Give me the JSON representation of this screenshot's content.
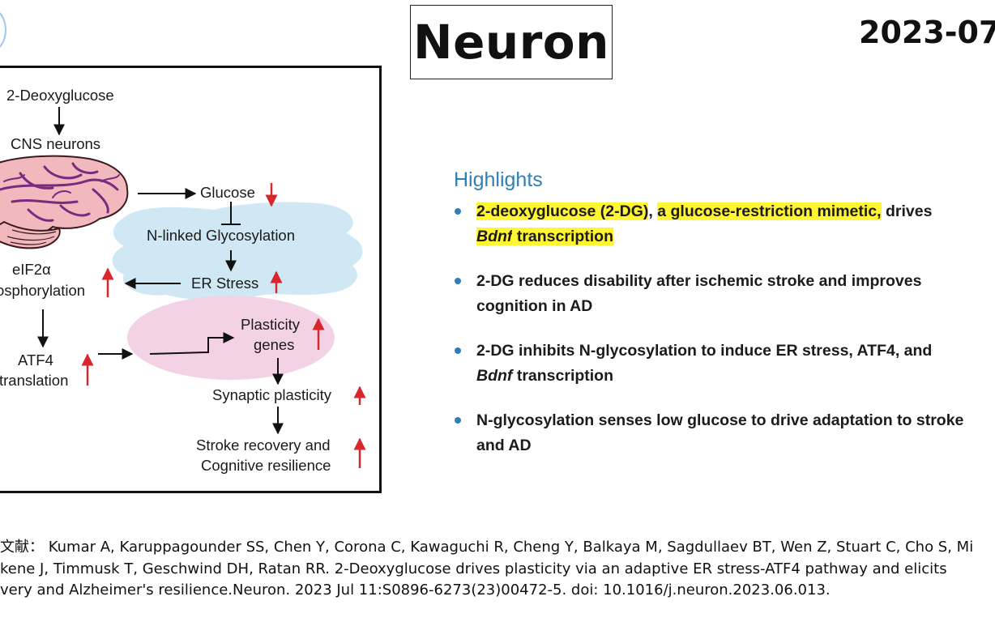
{
  "header": {
    "journal": "Neuron",
    "date": "2023-07-"
  },
  "graphical_abstract": {
    "labels": {
      "deoxyglucose": "2-Deoxyglucose",
      "cns_neurons": "CNS neurons",
      "glucose": "Glucose",
      "n_linked": "N-linked Glycosylation",
      "er_stress": "ER Stress",
      "eif2a_1": "eIF2α",
      "eif2a_2": "osphorylation",
      "plasticity_1": "Plasticity",
      "plasticity_2": "genes",
      "atf4_1": "ATF4",
      "atf4_2": "translation",
      "synaptic": "Synaptic plasticity",
      "stroke_1": "Stroke recovery and",
      "stroke_2": "Cognitive resilience"
    },
    "colors": {
      "up_arrow": "#d8262c",
      "er_cloud": "#cfe8f4",
      "nucleus": "#f2d2e4",
      "brain": "#f1b8bd",
      "vessel": "#7a2a7e"
    }
  },
  "highlights": {
    "title": "Highlights",
    "items": [
      {
        "parts": [
          {
            "text": "2-deoxyglucose (2-DG)",
            "mark": true
          },
          {
            "text": ", ",
            "mark": false
          },
          {
            "text": "a glucose-restriction mimetic,",
            "mark": true
          },
          {
            "text": " drives ",
            "mark": false
          },
          {
            "text": "Bdnf",
            "mark": true,
            "italic": true
          },
          {
            "text": " transcription",
            "mark": true
          }
        ]
      },
      {
        "parts": [
          {
            "text": "2-DG reduces disability after ischemic stroke and improves cognition in AD",
            "mark": false
          }
        ]
      },
      {
        "parts": [
          {
            "text": "2-DG inhibits N-glycosylation to induce ER stress, ATF4, and ",
            "mark": false
          },
          {
            "text": "Bdnf",
            "mark": false,
            "italic": true
          },
          {
            "text": " transcription",
            "mark": false
          }
        ]
      },
      {
        "parts": [
          {
            "text": "N-glycosylation senses low glucose to drive adaptation to stroke and AD",
            "mark": false
          }
        ]
      }
    ]
  },
  "reference": {
    "lines": [
      "文献： Kumar A, Karuppagounder SS, Chen Y, Corona C, Kawaguchi R, Cheng Y, Balkaya M, Sagdullaev BT, Wen Z, Stuart C, Cho S, Mi",
      "kene J, Timmusk T, Geschwind DH, Ratan RR. 2-Deoxyglucose drives plasticity via an adaptive ER stress-ATF4 pathway and elicits",
      "very and Alzheimer's resilience.Neuron. 2023 Jul 11:S0896-6273(23)00472-5. doi: 10.1016/j.neuron.2023.06.013."
    ]
  }
}
